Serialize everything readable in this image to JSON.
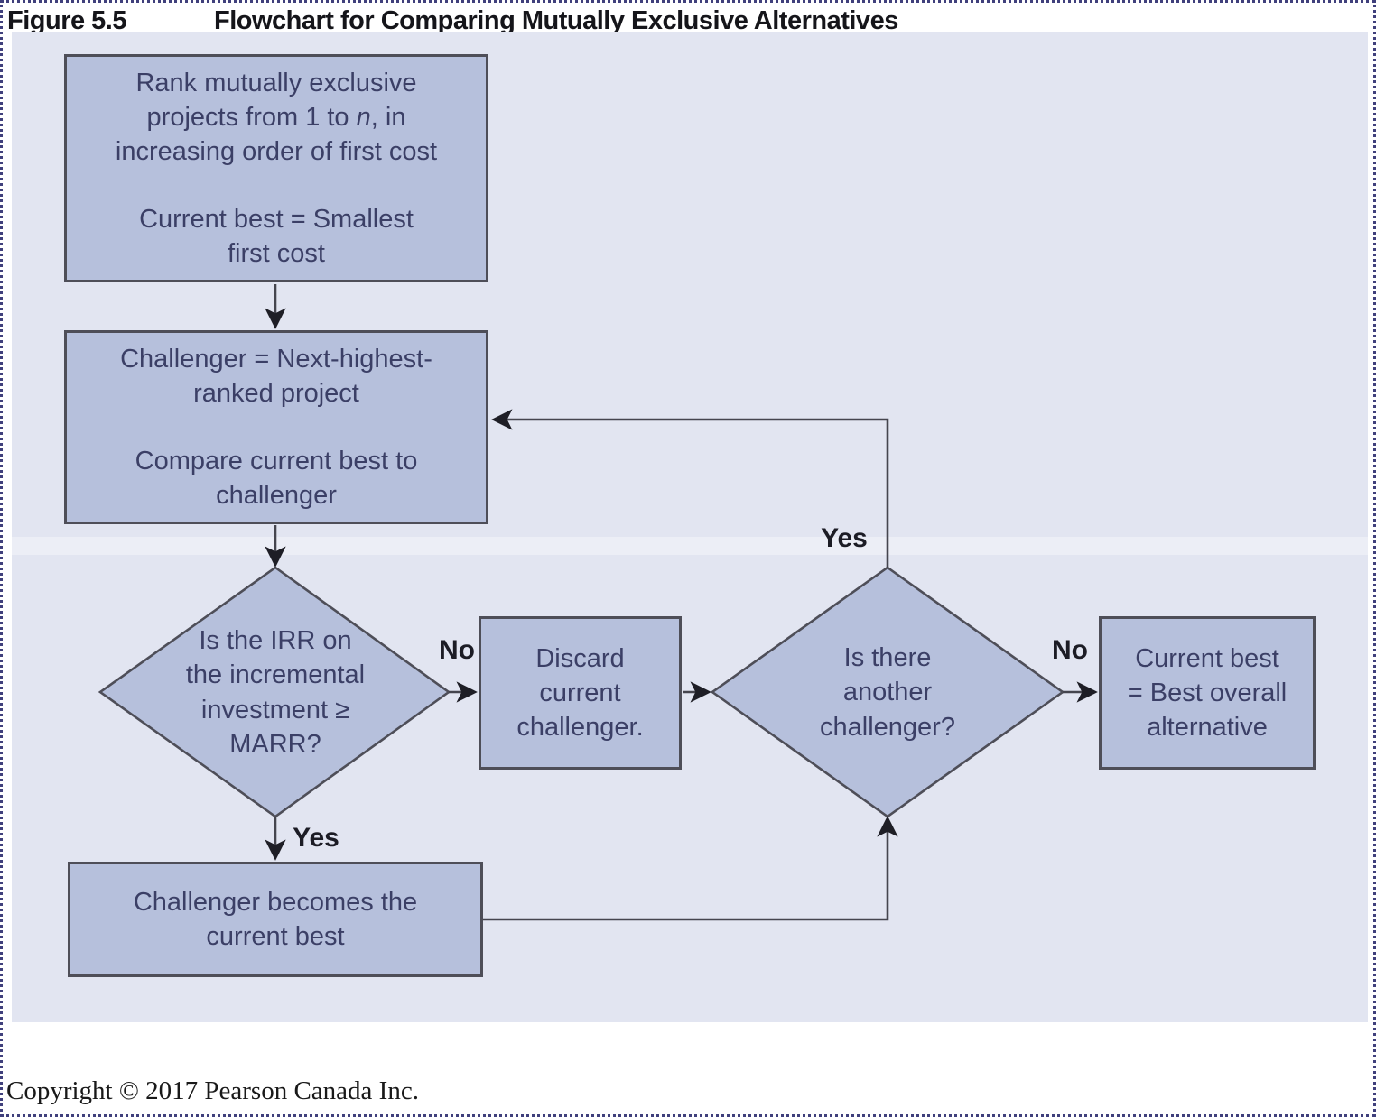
{
  "header": {
    "figure_label": "Figure 5.5",
    "title": "Flowchart for Comparing Mutually Exclusive Alternatives"
  },
  "flowchart": {
    "rank_box": {
      "line1": "Rank mutually exclusive",
      "line2_before": "projects from 1 to ",
      "line2_var": "n",
      "line2_after": ", in",
      "line3": "increasing order of first cost",
      "para2": "Current best = Smallest\nfirst cost"
    },
    "challenger_box": {
      "para1": "Challenger = Next-highest-\nranked project",
      "para2": "Compare current best to\nchallenger"
    },
    "irr_decision": "Is the IRR on\nthe incremental\ninvestment ≥\nMARR?",
    "discard_box": "Discard\ncurrent\nchallenger.",
    "another_decision": "Is there\nanother\nchallenger?",
    "best_box": "Current best\n= Best overall\nalternative",
    "becomes_box": "Challenger becomes the\ncurrent best",
    "labels": {
      "irr_no": "No",
      "irr_yes": "Yes",
      "another_yes": "Yes",
      "another_no": "No"
    }
  },
  "footer": {
    "copyright": "Copyright © 2017 Pearson Canada Inc."
  },
  "colors": {
    "panel_background": "#e2e5f1",
    "node_fill": "#b6c0dc",
    "node_border": "#4e4e58",
    "node_text": "#3b3f66",
    "connector": "#45454e",
    "arrowhead": "#1e1e26",
    "label_text": "#1c1c25",
    "dotted_border": "#40407c"
  }
}
